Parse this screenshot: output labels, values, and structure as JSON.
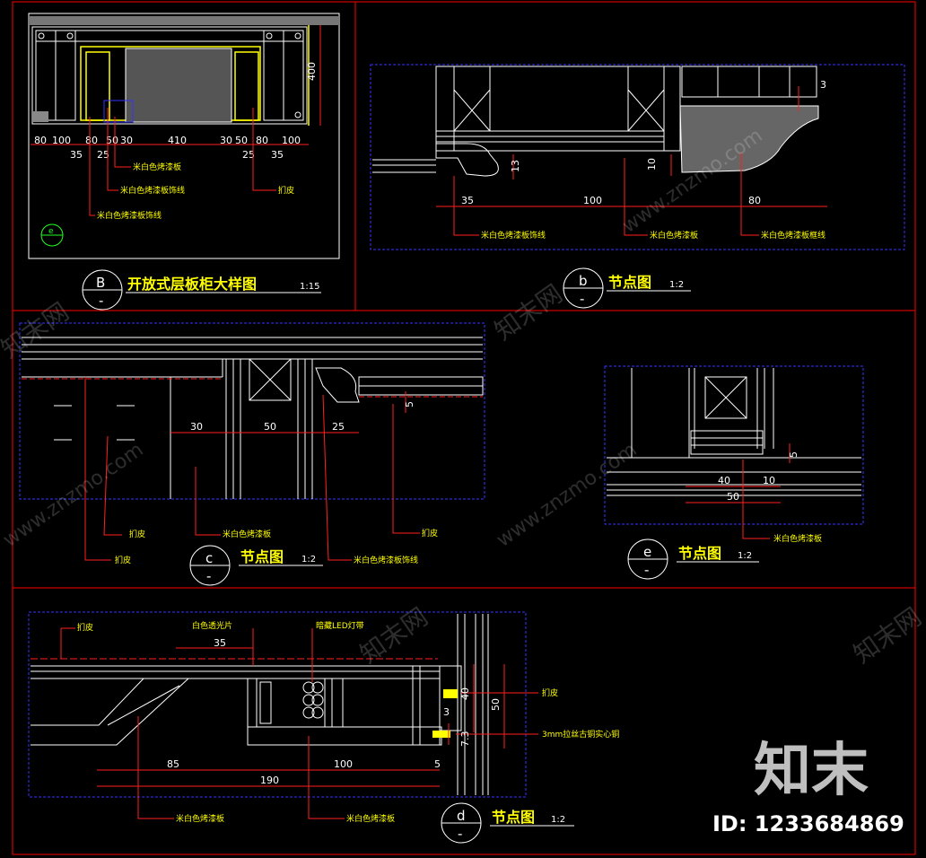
{
  "panel_B": {
    "tag": "B",
    "title": "开放式层板柜大样图",
    "scale": "1:15",
    "height_dim": "400",
    "top_dims": [
      "80",
      "100",
      "80",
      "50",
      "30",
      "410",
      "30",
      "50",
      "80",
      "100"
    ],
    "bottom_dims": [
      "35",
      "25",
      "25",
      "35"
    ],
    "labels": [
      "米白色烤漆板",
      "米白色烤漆板饰线",
      "米白色烤漆板饰线",
      "扪皮"
    ],
    "detail_mark": "e"
  },
  "panel_b": {
    "tag": "b",
    "title": "节点图",
    "scale": "1:2",
    "dims": [
      "35",
      "100",
      "80",
      "13",
      "10",
      "3"
    ],
    "labels": [
      "米白色烤漆板饰线",
      "米白色烤漆板",
      "米白色烤漆板框线"
    ]
  },
  "panel_c": {
    "tag": "c",
    "title": "节点图",
    "scale": "1:2",
    "dims": [
      "30",
      "50",
      "25",
      "5"
    ],
    "labels": [
      "扪皮",
      "扪皮",
      "米白色烤漆板",
      "米白色烤漆板饰线",
      "扪皮"
    ]
  },
  "panel_e": {
    "tag": "e",
    "title": "节点图",
    "scale": "1:2",
    "dims": [
      "40",
      "10",
      "50",
      "5"
    ],
    "labels": [
      "米白色烤漆板"
    ]
  },
  "panel_d": {
    "tag": "d",
    "title": "节点图",
    "scale": "1:2",
    "dims": [
      "35",
      "85",
      "100",
      "5",
      "190",
      "40",
      "50",
      "3",
      "7.3"
    ],
    "labels": [
      "扪皮",
      "白色透光片",
      "暗藏LED灯带",
      "扪皮",
      "3mm拉丝古铜实心铜",
      "米白色烤漆板",
      "米白色烤漆板"
    ]
  },
  "watermark": {
    "text_zh": "知末网",
    "text_url": "www.znzmo.com",
    "brand": "知末",
    "id_text": "ID: 1233684869"
  },
  "colors": {
    "background": "#000000",
    "frame": "#ff0000",
    "viewport": "#3333ff",
    "label": "#ffff00",
    "dimension": "#ff2020",
    "line": "#ffffff"
  }
}
